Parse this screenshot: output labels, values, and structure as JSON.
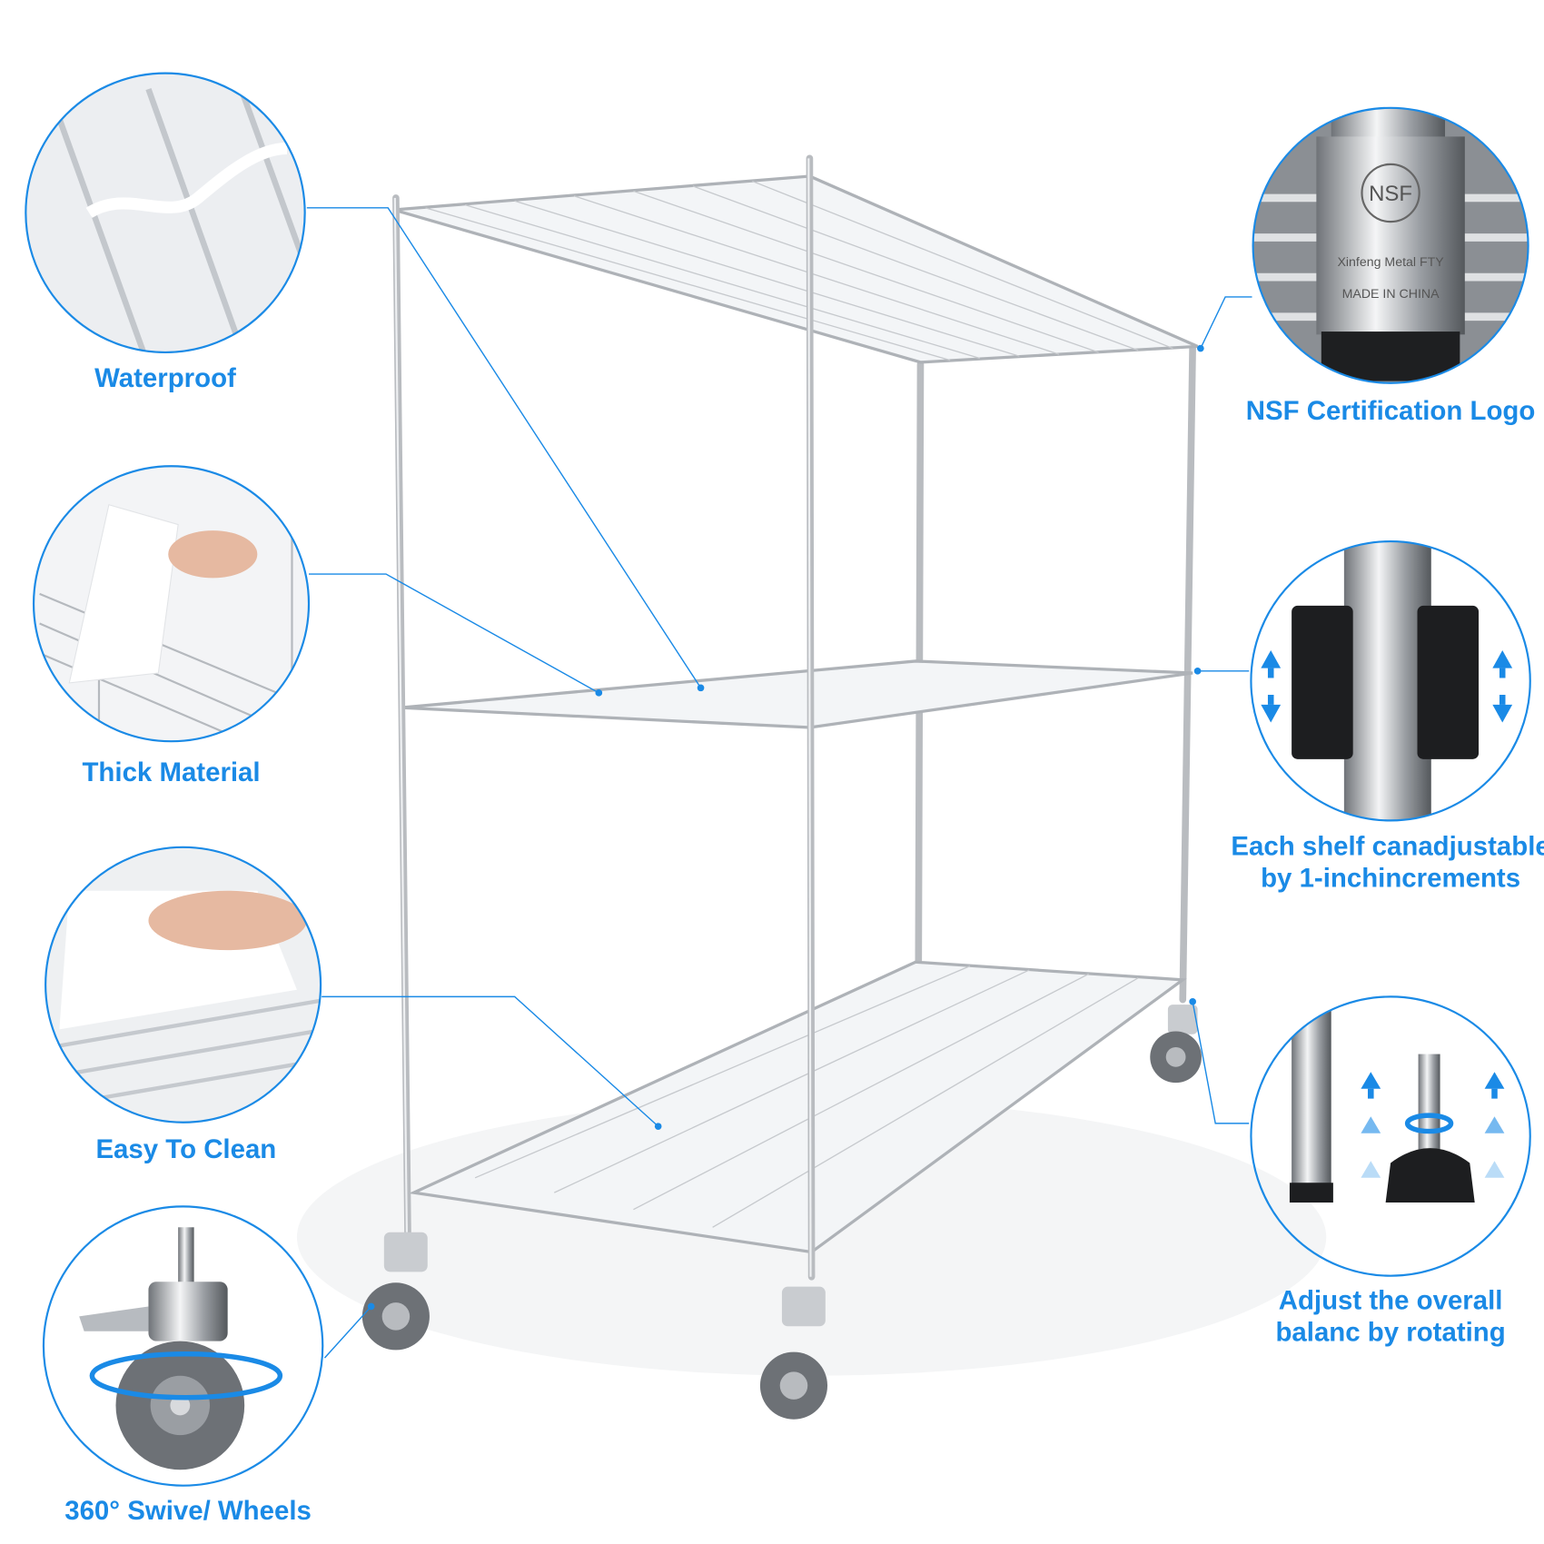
{
  "accent_color": "#1a8ae6",
  "features": {
    "waterproof": {
      "label": "Waterproof"
    },
    "thick_material": {
      "label": "Thick Material"
    },
    "easy_to_clean": {
      "label": "Easy To Clean"
    },
    "wheels": {
      "label": "360° Swive/ Wheels"
    },
    "nsf": {
      "label": "NSF Certification Logo",
      "emboss_logo": "NSF",
      "emboss_line1": "Xinfeng Metal FTY",
      "emboss_line2": "MADE IN CHINA"
    },
    "adjustable": {
      "label_line1": "Each shelf canadjustable",
      "label_line2": "by 1-inchincrements"
    },
    "balance": {
      "label_line1": "Adjust the overall",
      "label_line2": "balanc by rotating"
    }
  }
}
